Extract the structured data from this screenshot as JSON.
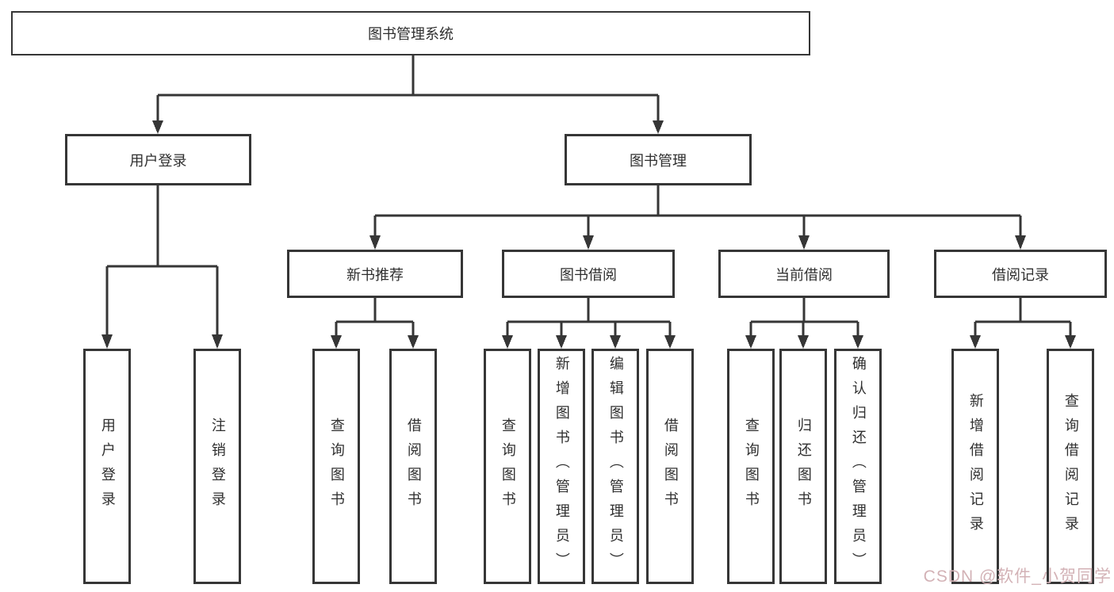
{
  "diagram": {
    "title": "图书管理系统",
    "tree": {
      "label": "图书管理系统",
      "children": [
        {
          "label": "用户登录",
          "children": [
            {
              "label": "用户登录"
            },
            {
              "label": "注销登录"
            }
          ]
        },
        {
          "label": "图书管理",
          "children": [
            {
              "label": "新书推荐",
              "children": [
                {
                  "label": "查询图书"
                },
                {
                  "label": "借阅图书"
                }
              ]
            },
            {
              "label": "图书借阅",
              "children": [
                {
                  "label": "查询图书"
                },
                {
                  "label": "新增图书（管理员）"
                },
                {
                  "label": "编辑图书（管理员）"
                },
                {
                  "label": "借阅图书"
                }
              ]
            },
            {
              "label": "当前借阅",
              "children": [
                {
                  "label": "查询图书"
                },
                {
                  "label": "归还图书"
                },
                {
                  "label": "确认归还（管理员）"
                }
              ]
            },
            {
              "label": "借阅记录",
              "children": [
                {
                  "label": "新增借阅记录"
                },
                {
                  "label": "查询借阅记录"
                }
              ]
            }
          ]
        }
      ]
    },
    "colors": {
      "line": "#363636",
      "box_background": "#ffffff",
      "text": "#2f2f2f",
      "watermark": "#d3b2b6"
    },
    "watermark_text": "CSDN @软件_小贺同学"
  }
}
